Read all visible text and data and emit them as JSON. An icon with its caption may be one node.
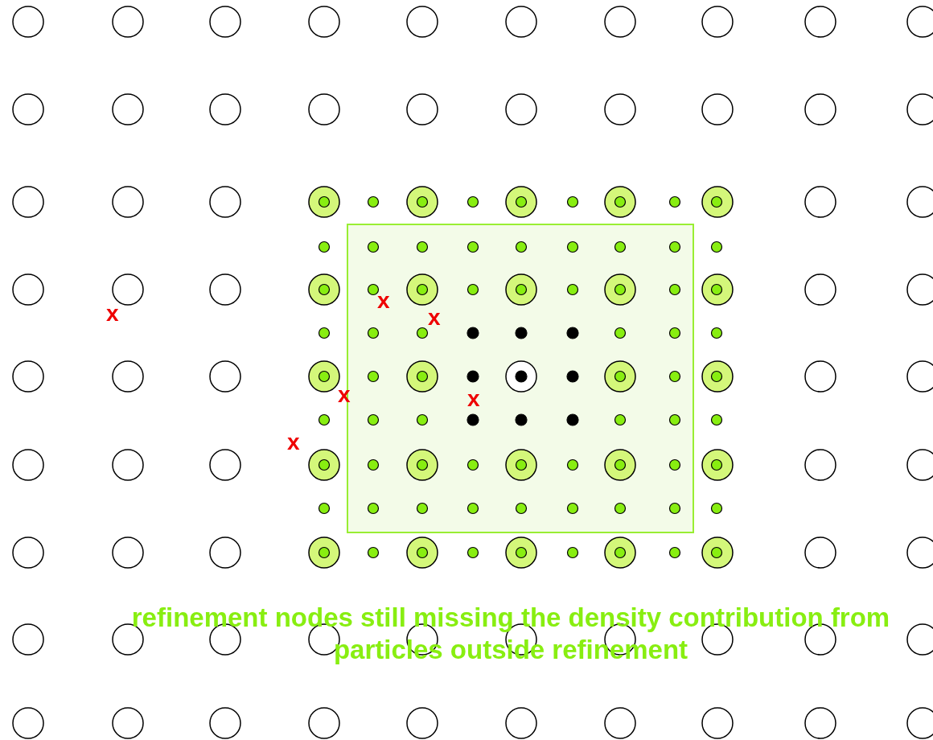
{
  "diagram": {
    "labels": [
      "x",
      "x",
      "x",
      "x",
      "x",
      "x",
      "refinement nodes still missing the density contribution from particles outside refinement"
    ]
  }
}
